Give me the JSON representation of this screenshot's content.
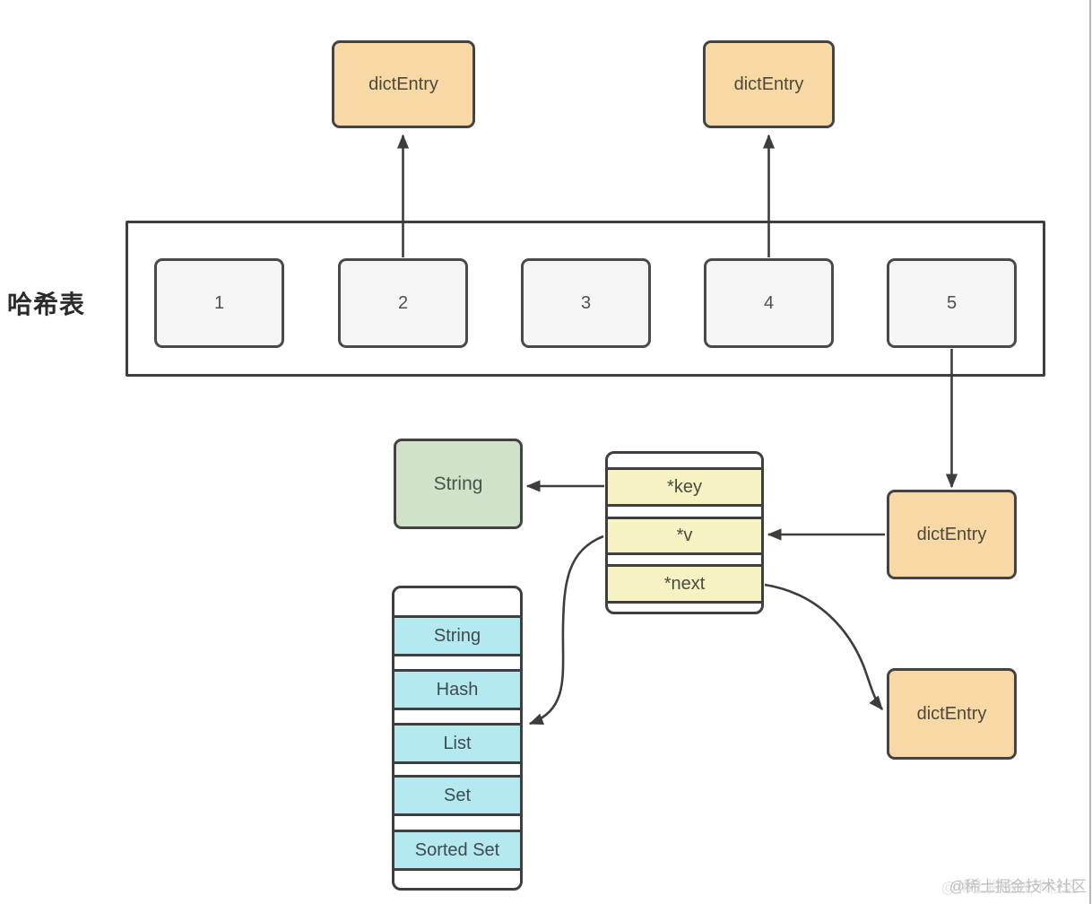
{
  "diagram": {
    "title": "哈希表",
    "hash_slots": [
      "1",
      "2",
      "3",
      "4",
      "5"
    ],
    "dict_entry_top_left": "dictEntry",
    "dict_entry_top_right": "dictEntry",
    "dict_entry_mid": "dictEntry",
    "dict_entry_bottom": "dictEntry",
    "struct_fields": [
      "*key",
      "*v",
      "*next"
    ],
    "key_value_type": "String",
    "value_types": [
      "String",
      "Hash",
      "List",
      "Set",
      "Sorted Set"
    ],
    "watermark": "@稀土掘金技术社区",
    "colors": {
      "entry_orange": "#f8d9a6",
      "struct_yellow": "#f6f2c3",
      "type_cyan": "#b4e9ef",
      "value_green": "#cfe3cb",
      "slot_gray": "#f5f5f6",
      "line_dark": "#3d3d3d",
      "background": "#ffffff"
    }
  }
}
